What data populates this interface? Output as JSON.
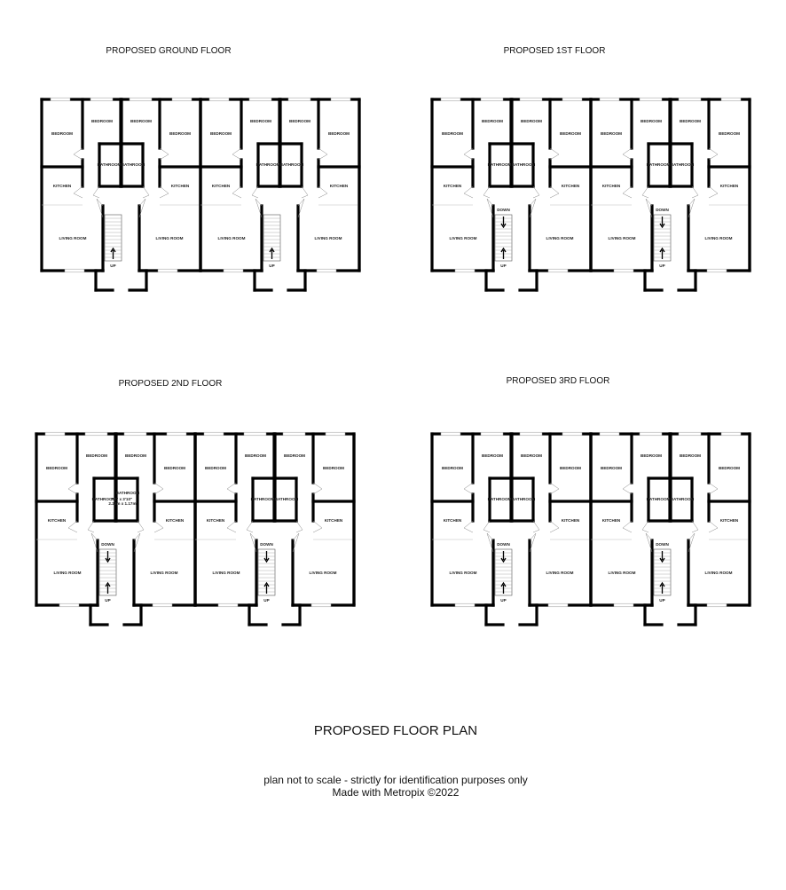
{
  "floors": [
    {
      "title": "PROPOSED GROUND FLOOR",
      "stairs": [
        "UP"
      ],
      "flats": [
        {
          "labels": [
            "BEDROOM",
            "BEDROOM",
            "BEDROOM",
            "BEDROOM",
            "BATHROOM",
            "BATHROOM",
            "KITCHEN",
            "KITCHEN",
            "LIVING ROOM",
            "LIVING ROOM"
          ]
        },
        {
          "labels": [
            "BEDROOM",
            "BEDROOM",
            "BEDROOM",
            "BEDROOM",
            "BATHROOM",
            "BATHROOM",
            "KITCHEN",
            "KITCHEN",
            "LIVING ROOM",
            "LIVING ROOM"
          ]
        }
      ]
    },
    {
      "title": "PROPOSED 1ST FLOOR",
      "stairs": [
        "UP",
        "DOWN"
      ],
      "flats": [
        {
          "labels": [
            "BEDROOM",
            "BEDROOM",
            "BEDROOM",
            "BEDROOM",
            "BATHROOM",
            "BATHROOM",
            "KITCHEN",
            "KITCHEN",
            "LIVING ROOM",
            "LIVING ROOM"
          ]
        },
        {
          "labels": [
            "BEDROOM",
            "BEDROOM",
            "BEDROOM",
            "BEDROOM",
            "BATHROOM",
            "BATHROOM",
            "KITCHEN",
            "KITCHEN",
            "LIVING ROOM",
            "LIVING ROOM"
          ]
        }
      ]
    },
    {
      "title": "PROPOSED 2ND FLOOR",
      "stairs": [
        "UP",
        "DOWN"
      ],
      "flats": [
        {
          "labels": [
            "BEDROOM",
            "BEDROOM",
            "BEDROOM",
            "BEDROOM",
            "BATHROOM",
            "BATHROOM",
            "KITCHEN",
            "KITCHEN",
            "LIVING ROOM",
            "LIVING ROOM"
          ],
          "annotation": [
            "7'4\" x 3'10\"",
            "2.23m x 1.17m"
          ]
        },
        {
          "labels": [
            "BEDROOM",
            "BEDROOM",
            "BEDROOM",
            "BEDROOM",
            "BATHROOM",
            "BATHROOM",
            "KITCHEN",
            "KITCHEN",
            "LIVING ROOM",
            "LIVING ROOM"
          ]
        }
      ]
    },
    {
      "title": "PROPOSED 3RD FLOOR",
      "stairs": [
        "UP",
        "DOWN"
      ],
      "flats": [
        {
          "labels": [
            "BEDROOM",
            "BEDROOM",
            "BEDROOM",
            "BEDROOM",
            "BATHROOM",
            "BATHROOM",
            "KITCHEN",
            "KITCHEN",
            "LIVING ROOM",
            "LIVING ROOM"
          ]
        },
        {
          "labels": [
            "BEDROOM",
            "BEDROOM",
            "BEDROOM",
            "BEDROOM",
            "BATHROOM",
            "BATHROOM",
            "KITCHEN",
            "KITCHEN",
            "LIVING ROOM",
            "LIVING ROOM"
          ]
        }
      ]
    }
  ],
  "main_title": "PROPOSED FLOOR PLAN",
  "footer": {
    "line1": "plan not to scale - strictly for identification purposes only",
    "line2": "Made with Metropix ©2022"
  }
}
